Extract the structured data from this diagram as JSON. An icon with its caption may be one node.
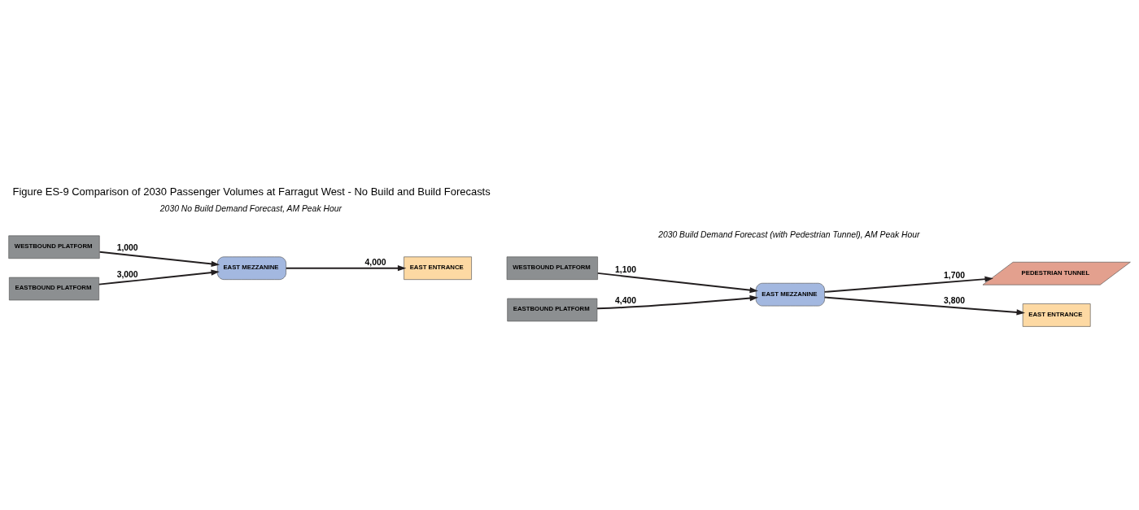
{
  "diagram": {
    "title": "Figure ES-9 Comparison of 2030 Passenger Volumes at Farragut West - No Build and Build Forecasts",
    "nodes": [
      {
        "text": [
          "WESTBOUND PLATFORM"
        ]
      },
      {
        "text": [
          "EAST MEZZANINE"
        ]
      },
      {
        "text": [
          "EASTBOUND PLATFORM"
        ]
      },
      {
        "text": [
          "EAST ENTRANCE"
        ]
      },
      {
        "text": [
          "WESTBOUND PLATFORM"
        ]
      },
      {
        "text": [
          "PEDESTRIAN TUNNEL"
        ]
      },
      {
        "text": [
          "EAST MEZZANINE"
        ]
      },
      {
        "text": [
          "EASTBOUND PLATFORM"
        ]
      },
      {
        "text": [
          "EAST ENTRANCE"
        ]
      }
    ],
    "edges": [
      {
        "from": 0,
        "to": 1,
        "arrow": "to",
        "label": "1,000"
      },
      {
        "from": 2,
        "to": 1,
        "arrow": "to",
        "label": "3,000"
      },
      {
        "from": 1,
        "to": 3,
        "arrow": "to",
        "label": "4,000"
      },
      {
        "from": 4,
        "to": 6,
        "arrow": "to",
        "label": "1,100"
      },
      {
        "from": 7,
        "to": 6,
        "arrow": "to",
        "label": "4,400"
      },
      {
        "from": 6,
        "to": 5,
        "arrow": "to",
        "label": "1,700"
      },
      {
        "from": 6,
        "to": 8,
        "arrow": "to",
        "label": "3,800"
      }
    ],
    "labels": [
      "2030 No Build Demand Forecast, AM Peak Hour",
      "2030 Build Demand Forecast (with Pedestrian Tunnel), AM Peak Hour"
    ]
  }
}
